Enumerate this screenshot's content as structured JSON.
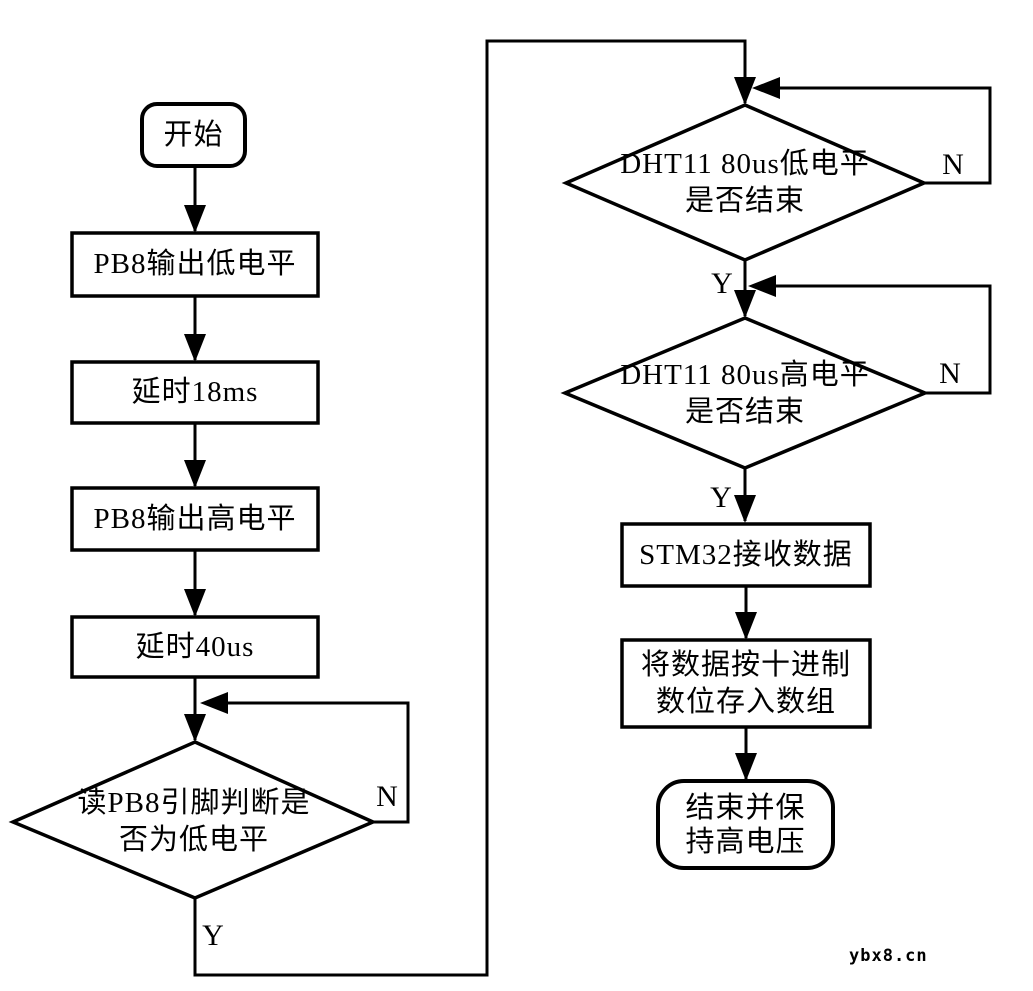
{
  "flowchart": {
    "nodes": {
      "start": {
        "type": "terminal",
        "label": "开始"
      },
      "pb8_low": {
        "type": "process",
        "label": "PB8输出低电平"
      },
      "delay_18ms": {
        "type": "process",
        "label": "延时18ms"
      },
      "pb8_high": {
        "type": "process",
        "label": "PB8输出高电平"
      },
      "delay_40us": {
        "type": "process",
        "label": "延时40us"
      },
      "check_pb8": {
        "type": "decision",
        "line1": "读PB8引脚判断是",
        "line2": "否为低电平"
      },
      "dht11_low": {
        "type": "decision",
        "line1": "DHT11 80us低电平",
        "line2": "是否结束"
      },
      "dht11_high": {
        "type": "decision",
        "line1": "DHT11 80us高电平",
        "line2": "是否结束"
      },
      "stm32_rx": {
        "type": "process",
        "label": "STM32接收数据"
      },
      "store_dec": {
        "type": "process",
        "line1": "将数据按十进制",
        "line2": "数位存入数组"
      },
      "end": {
        "type": "terminal",
        "line1": "结束并保",
        "line2": "持高电压"
      }
    },
    "branch_labels": {
      "check_pb8_no": "N",
      "check_pb8_yes": "Y",
      "dht11_low_no": "N",
      "dht11_low_yes": "Y",
      "dht11_high_no": "N",
      "dht11_high_yes": "Y"
    },
    "colors": {
      "line": "#000000",
      "node_fill": "#ffffff",
      "text": "#000000"
    }
  },
  "watermark": "ybx8.cn"
}
